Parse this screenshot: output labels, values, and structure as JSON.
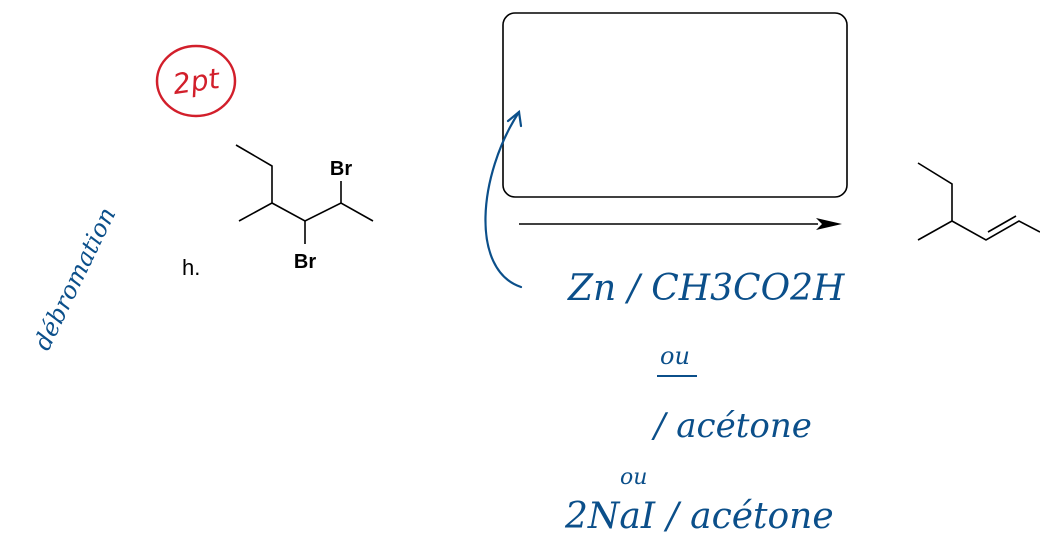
{
  "problem": {
    "label": "h.",
    "atoms": {
      "br_top": "Br",
      "br_bottom": "Br"
    }
  },
  "annotations": {
    "points": "2pt",
    "margin_note": "débromation",
    "reagent_line1": "Zn / CH3CO2H",
    "or1": "ou",
    "reagent_line2": "/ acétone",
    "or2": "ou",
    "reagent_line3": "2NaI / acétone"
  },
  "colors": {
    "ink_blue": "#0b4f8a",
    "ink_red": "#d21f2b",
    "structure": "#000000"
  }
}
